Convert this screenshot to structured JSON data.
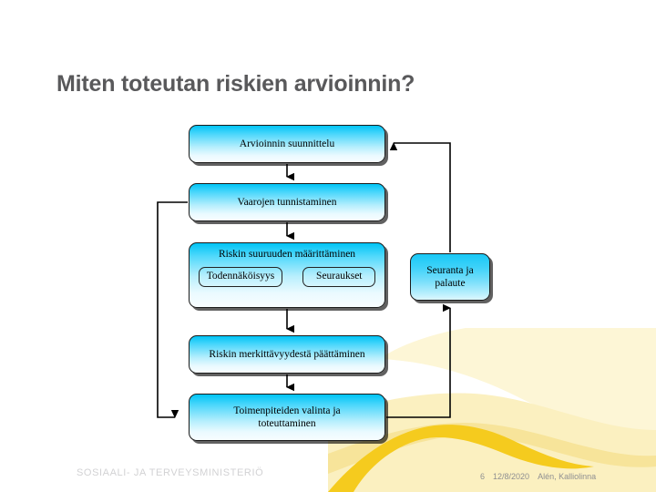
{
  "slide": {
    "title": "Miten toteutan riskien arvioinnin?",
    "background_color": "#ffffff",
    "title_color": "#59595b"
  },
  "theme": {
    "box_gradient_top": "#00c4f5",
    "box_gradient_bottom": "#f7fdff",
    "box_border": "#1b1b1b",
    "connector_color": "#000000",
    "accent_wave_dark": "#f5cb1e",
    "accent_wave_mid": "#f8e08a",
    "accent_wave_light": "#fdf3c8",
    "footer_org_color": "#d2d2d4"
  },
  "diagram": {
    "type": "flowchart",
    "nodes": [
      {
        "id": "planning",
        "label": "Arvioinnin suunnittelu"
      },
      {
        "id": "hazards",
        "label": "Vaarojen tunnistaminen"
      },
      {
        "id": "magnitude",
        "label": "Riskin suuruuden määrittäminen",
        "subnodes": [
          {
            "id": "probability",
            "label": "Todennäköisyys"
          },
          {
            "id": "consequences",
            "label": "Seuraukset"
          }
        ]
      },
      {
        "id": "decision",
        "label": "Riskin merkittävyydestä päättäminen"
      },
      {
        "id": "measures",
        "label_line1": "Toimenpiteiden valinta ja",
        "label_line2": "toteuttaminen"
      },
      {
        "id": "monitoring",
        "label_line1": "Seuranta ja",
        "label_line2": "palaute"
      }
    ],
    "edges": [
      {
        "from": "planning",
        "to": "hazards",
        "style": "arrow-down"
      },
      {
        "from": "hazards",
        "to": "magnitude",
        "style": "arrow-down"
      },
      {
        "from": "magnitude",
        "to": "decision",
        "style": "arrow-down"
      },
      {
        "from": "decision",
        "to": "measures",
        "style": "arrow-down"
      },
      {
        "from": "hazards",
        "to": "measures",
        "style": "left-loop"
      },
      {
        "from": "measures",
        "to": "monitoring",
        "style": "right-up"
      },
      {
        "from": "monitoring",
        "to": "planning",
        "style": "up-left-feedback"
      }
    ]
  },
  "footer": {
    "organization": "SOSIAALI- JA TERVEYSMINISTERIÖ",
    "slide_number": "6",
    "date": "12/8/2020",
    "authors": "Alén, Kalliolinna"
  }
}
